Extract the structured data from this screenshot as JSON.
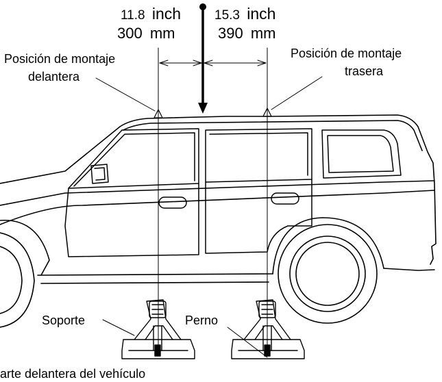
{
  "dimensions": {
    "front_offset_inch": "11.8",
    "front_offset_inch_unit": "inch",
    "front_offset_mm": "300",
    "front_offset_mm_unit": "mm",
    "rear_offset_inch": "15.3",
    "rear_offset_inch_unit": "inch",
    "rear_offset_mm": "390",
    "rear_offset_mm_unit": "mm"
  },
  "labels": {
    "front_mount_line1": "Posición de montaje",
    "front_mount_line2": "delantera",
    "rear_mount_line1": "Posición de montaje",
    "rear_mount_line2": "trasera",
    "support": "Soporte",
    "bolt": "Perno",
    "vehicle_front": "Parte delantera del vehículo"
  },
  "colors": {
    "line": "#000000",
    "background": "#ffffff"
  }
}
